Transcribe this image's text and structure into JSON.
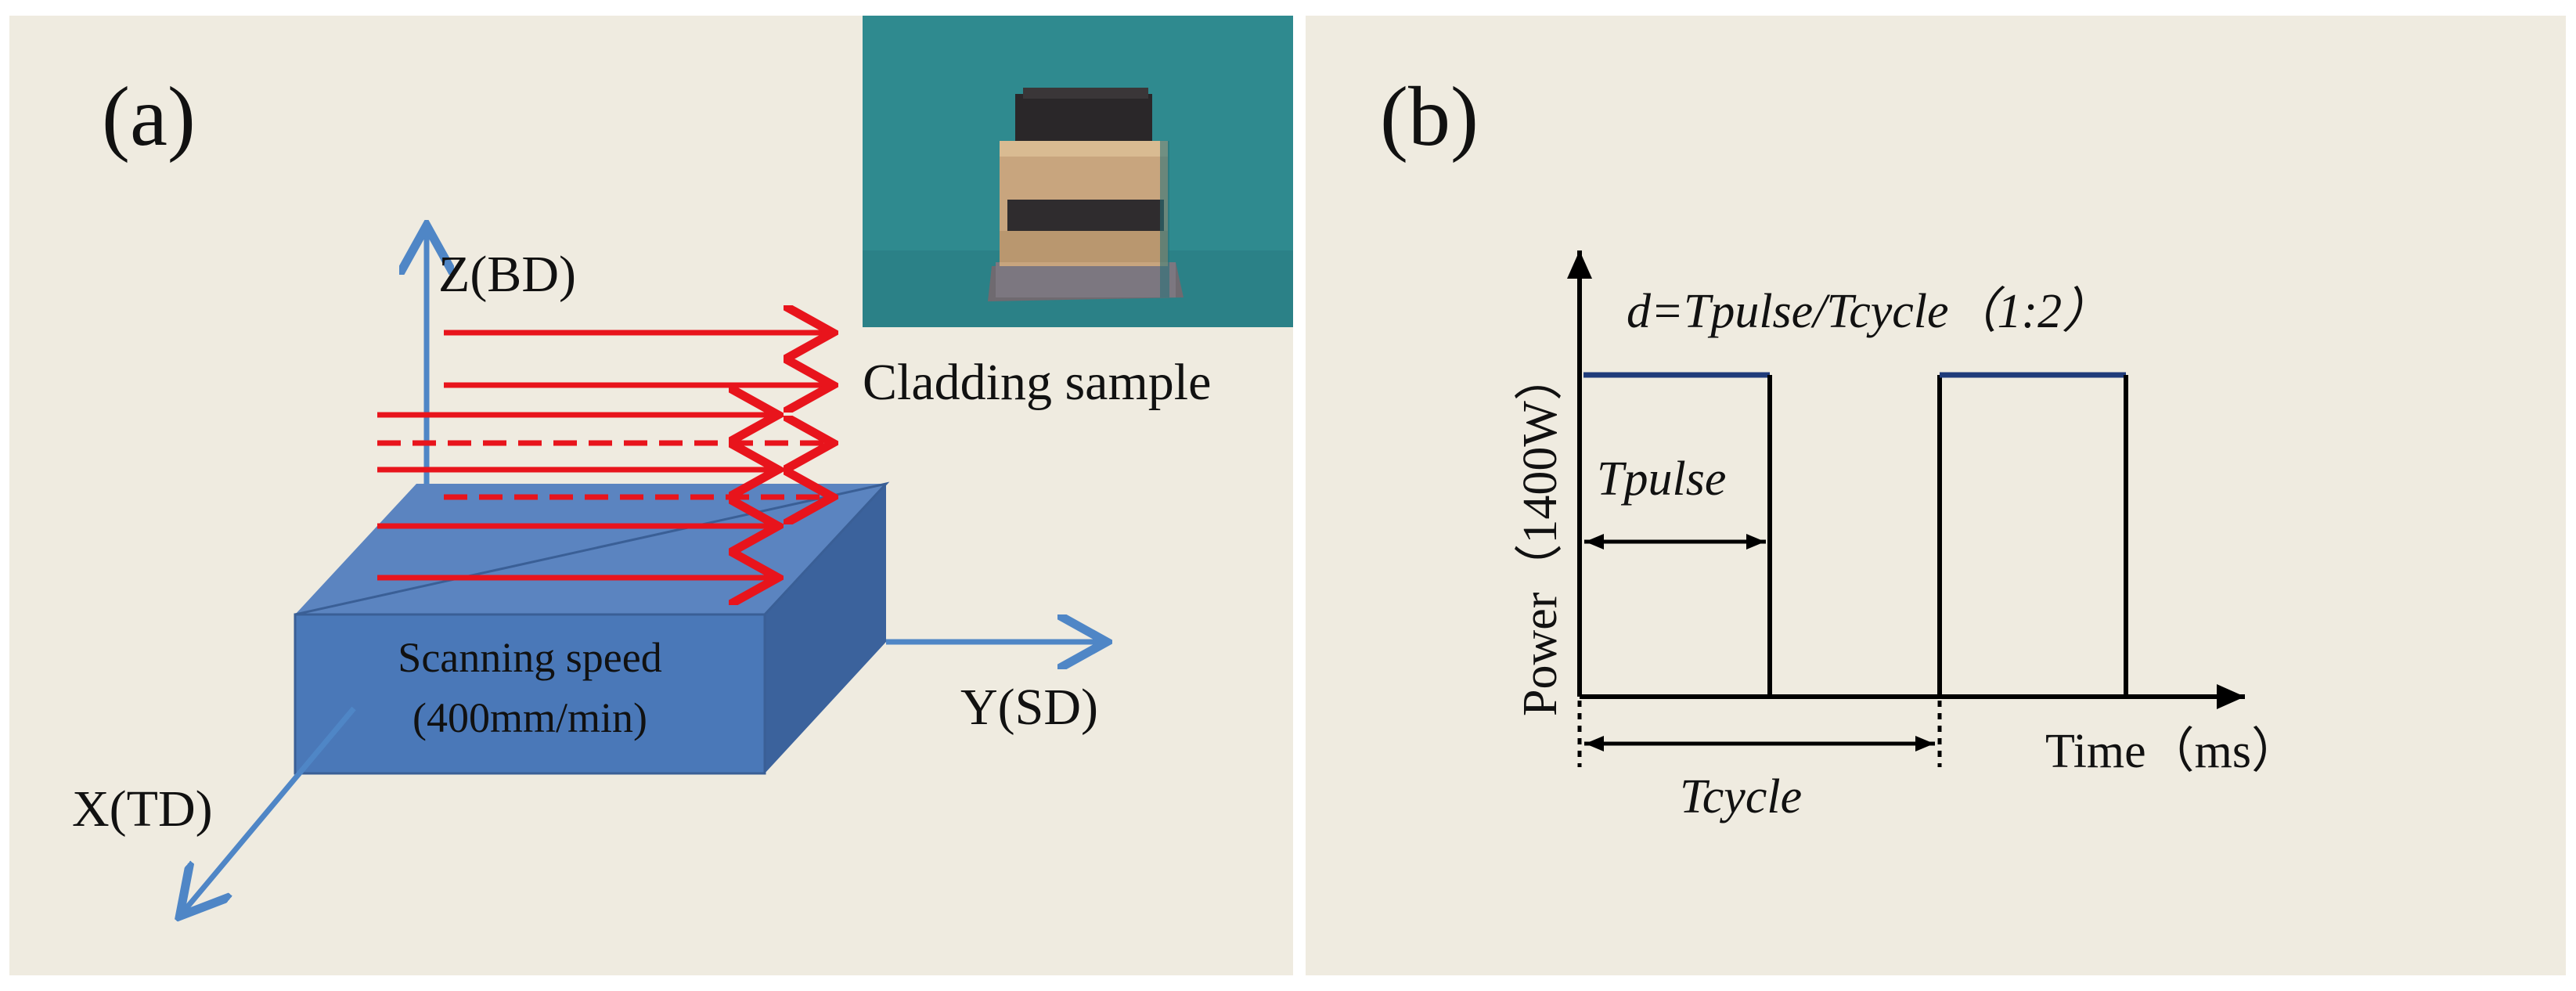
{
  "panel_a": {
    "label": "(a)",
    "axis_z": "Z(BD)",
    "axis_y": "Y(SD)",
    "axis_x": "X(TD)",
    "photo_caption": "Cladding sample",
    "block_line1": "Scanning speed",
    "block_line2": "(400mm/min)",
    "colors": {
      "block_top": "#5b84c0",
      "block_front": "#4a78b8",
      "block_side": "#3b629c",
      "arrow": "#e8141c",
      "axis": "#4f86c6"
    }
  },
  "panel_b": {
    "label": "(b)",
    "formula": "d=Tpulse/Tcycle（1:2）",
    "y_axis_label": "Power（1400W）",
    "x_axis_label": "Time（ms）",
    "pulse_label": "Tpulse",
    "cycle_label": "Tcycle",
    "colors": {
      "pulse_top": "#1f3b7a",
      "line": "#000000"
    }
  }
}
